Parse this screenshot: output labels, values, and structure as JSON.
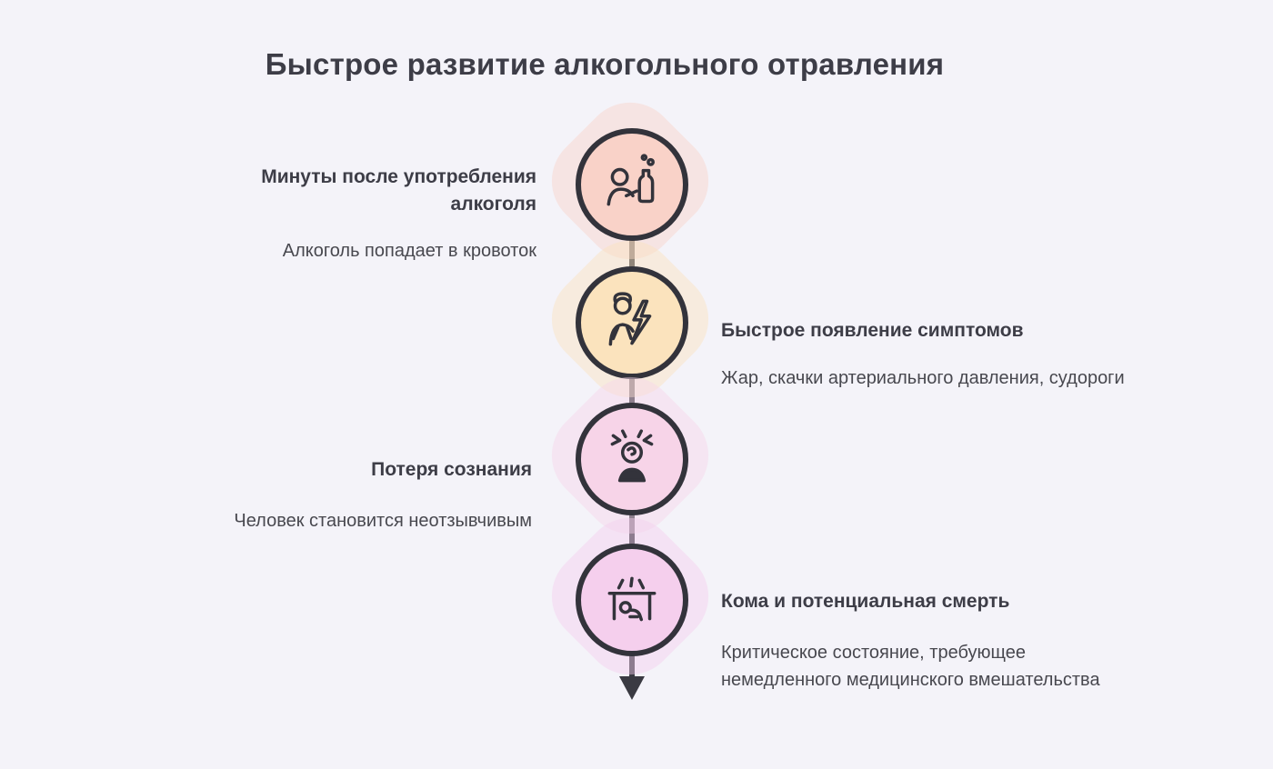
{
  "title": "Быстрое развитие алкогольного отравления",
  "colors": {
    "background": "#f4f3f9",
    "spine": "#3a3a42",
    "text_dark": "#3d3d47",
    "text_body": "#48484f",
    "step1_circle": "#f9d2c8",
    "step2_circle": "#fbe3bd",
    "step3_circle": "#f7d4e8",
    "step4_circle": "#f5cfed"
  },
  "steps": [
    {
      "heading": "Минуты после употребления алкоголя",
      "body": "Алкоголь попадает в кровоток",
      "side": "left",
      "icon": "person-drinking-bottle-icon",
      "circle_color": "#f9d2c8"
    },
    {
      "heading": "Быстрое появление симптомов",
      "body": "Жар, скачки артериального давления, судороги",
      "side": "right",
      "icon": "person-lightning-icon",
      "circle_color": "#fbe3bd"
    },
    {
      "heading": "Потеря сознания",
      "body": "Человек становится неотзывчивым",
      "side": "left",
      "icon": "dizzy-person-icon",
      "circle_color": "#f7d4e8"
    },
    {
      "heading": "Кома и потенциальная смерть",
      "body": "Критическое состояние, требующее немедленного медицинского вмешательства",
      "side": "right",
      "icon": "collapsed-person-icon",
      "circle_color": "#f5cfed"
    }
  ]
}
